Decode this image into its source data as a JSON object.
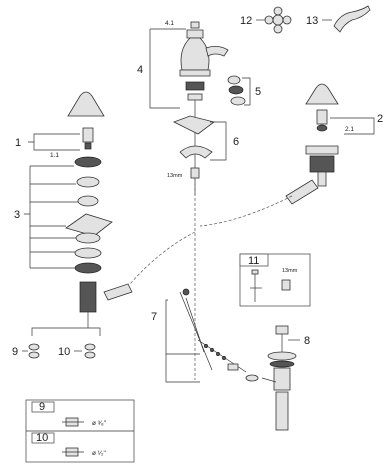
{
  "callouts": {
    "c1": "1",
    "c1_1": "1.1",
    "c2": "2",
    "c2_1": "2.1",
    "c3": "3",
    "c4": "4",
    "c4_1": "4.1",
    "c5": "5",
    "c6": "6",
    "c7": "7",
    "c8": "8",
    "c9": "9",
    "c10": "10",
    "c11": "11",
    "c12": "12",
    "c13": "13"
  },
  "annotations": {
    "wrench_size_center": "13mm",
    "wrench_size_box11": "13mm"
  },
  "legend": {
    "rows": [
      {
        "number": "9",
        "thread": "ø ³⁄₈\""
      },
      {
        "number": "10",
        "thread": "ø ¹⁄₂\""
      }
    ]
  },
  "icons": [
    "cross-handle-icon",
    "lever-handle-icon",
    "wrench-icon",
    "nut-icon"
  ],
  "colors": {
    "line": "#333333",
    "part_fill": "#e2e2e2",
    "dark_fill": "#555555"
  }
}
